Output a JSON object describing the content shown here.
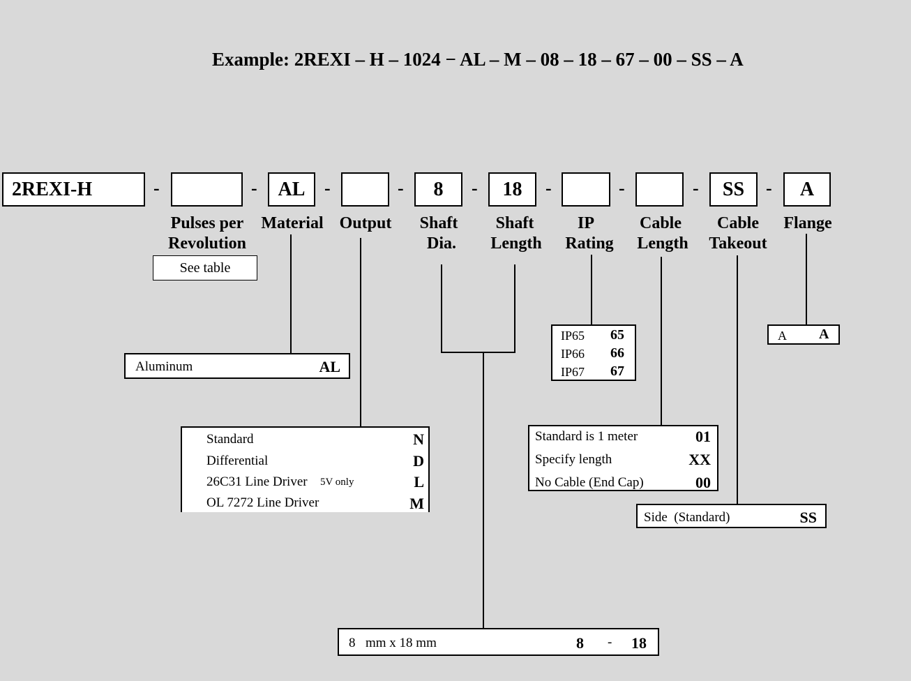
{
  "title": "Example: 2REXI – H – 1024 − AL – M – 08 – 18 – 67 – 00 – SS – A",
  "separator": "-",
  "part_boxes": {
    "model": "2REXI-H",
    "pulses": "",
    "material": "AL",
    "output": "",
    "shaft_dia": "8",
    "shaft_length": "18",
    "ip_rating": "",
    "cable_length": "",
    "cable_takeout": "SS",
    "flange": "A"
  },
  "labels": {
    "pulses_1": "Pulses per",
    "pulses_2": "Revolution",
    "material": "Material",
    "output": "Output",
    "shaft_dia_1": "Shaft",
    "shaft_dia_2": "Dia.",
    "shaft_length_1": "Shaft",
    "shaft_length_2": "Length",
    "ip_1": "IP",
    "ip_2": "Rating",
    "cable_length_1": "Cable",
    "cable_length_2": "Length",
    "cable_takeout_1": "Cable",
    "cable_takeout_2": "Takeout",
    "flange": "Flange"
  },
  "see_table": "See table",
  "material_table": {
    "name": "Aluminum",
    "code": "AL"
  },
  "output_table": [
    {
      "name": "Standard",
      "note": "",
      "code": "N"
    },
    {
      "name": "Differential",
      "note": "",
      "code": "D"
    },
    {
      "name": "26C31 Line Driver",
      "note": "5V only",
      "code": "L"
    },
    {
      "name": "OL 7272 Line Driver",
      "note": "",
      "code": "M"
    }
  ],
  "shaft_table": {
    "desc_num": "8",
    "desc_rest": "mm x 18 mm",
    "dia_code": "8",
    "sep": "-",
    "len_code": "18"
  },
  "ip_table": [
    {
      "name": "IP65",
      "code": "65"
    },
    {
      "name": "IP66",
      "code": "66"
    },
    {
      "name": "IP67",
      "code": "67"
    }
  ],
  "cable_length_table": [
    {
      "name": "Standard is 1 meter",
      "code": "01"
    },
    {
      "name": "Specify length",
      "code": "XX"
    },
    {
      "name": "No Cable (End Cap)",
      "code": "00"
    }
  ],
  "cable_takeout_table": {
    "name": "Side  (Standard)",
    "code": "SS"
  },
  "flange_table": {
    "name": "A",
    "code": "A"
  }
}
